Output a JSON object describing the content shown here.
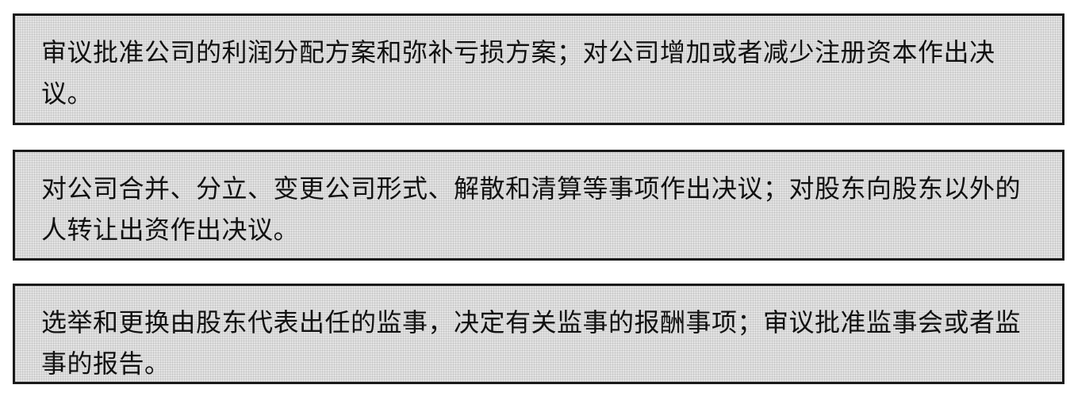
{
  "items": [
    {
      "text": "审议批准公司的利润分配方案和弥补亏损方案；对公司增加或者减少注册资本作出决议。"
    },
    {
      "text": "对公司合并、分立、变更公司形式、解散和清算等事项作出决议；对股东向股东以外的人转让出资作出决议。"
    },
    {
      "text": "选举和更换由股东代表出任的监事，决定有关监事的报酬事项；审议批准监事会或者监事的报告。"
    }
  ]
}
